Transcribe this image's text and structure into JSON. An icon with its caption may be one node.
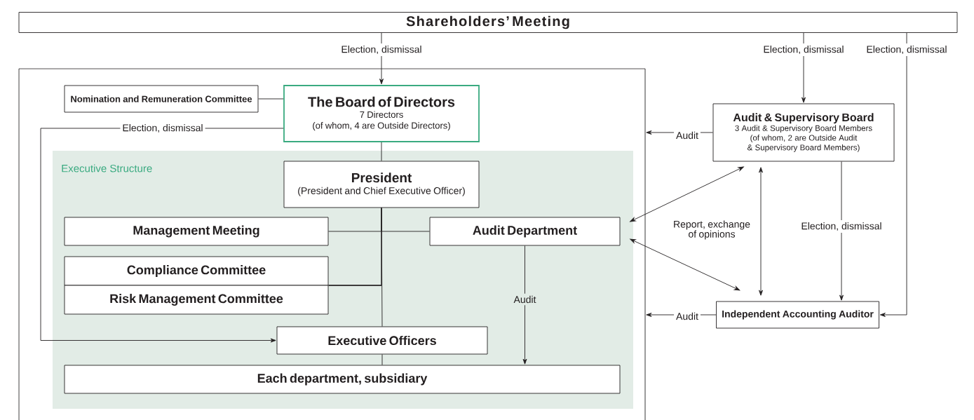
{
  "diagram": {
    "nodes": [
      {
        "text": [
          "Shareholders’ Meeting"
        ]
      },
      {
        "text": [],
        "shape": "box"
      },
      {
        "text": [
          "Nomination and Remuneration Committee"
        ],
        "in": 1
      },
      {
        "text": [
          "The Board of Directors",
          "7 Directors",
          "(of whom, 4 are Outside Directors)"
        ],
        "in": 1
      },
      {
        "text": [
          "Executive Structure"
        ],
        "in": 1
      },
      {
        "text": [
          "President",
          "(President and Chief Executive Officer)"
        ],
        "in": 4
      },
      {
        "text": [
          "Management Meeting"
        ],
        "in": 4
      },
      {
        "text": [
          "Audit Department"
        ],
        "in": 4
      },
      {
        "text": [
          "Compliance Committee"
        ],
        "in": 4
      },
      {
        "text": [
          "Risk Management Committee"
        ],
        "in": 4
      },
      {
        "text": [
          "Executive Officers"
        ],
        "in": 4
      },
      {
        "text": [
          "Each department, subsidiary"
        ],
        "in": 4
      },
      {
        "text": [
          "Audit & Supervisory Board",
          "3 Audit & Supervisory Board Members",
          "(of whom, 2 are Outside Audit & Supervisory Board Members)"
        ]
      },
      {
        "text": [
          "Independent Accounting Auditor"
        ]
      }
    ],
    "edges": [
      {
        "from": 0,
        "to": 3,
        "arrow": "to",
        "label": "Election, dismissal"
      },
      {
        "from": 0,
        "to": 12,
        "arrow": "to",
        "label": "Election, dismissal"
      },
      {
        "from": 0,
        "to": 13,
        "arrow": "to",
        "label": "Election, dismissal"
      },
      {
        "from": 2,
        "to": 3,
        "arrow": "none"
      },
      {
        "from": 3,
        "to": 10,
        "arrow": "to",
        "label": "Election, dismissal"
      },
      {
        "from": 3,
        "to": 5,
        "arrow": "none"
      },
      {
        "from": 5,
        "to": 6,
        "arrow": "none"
      },
      {
        "from": 5,
        "to": 7,
        "arrow": "none"
      },
      {
        "from": 5,
        "to": 8,
        "arrow": "none"
      },
      {
        "from": 5,
        "to": 9,
        "arrow": "none"
      },
      {
        "from": 5,
        "to": 10,
        "arrow": "none"
      },
      {
        "from": 10,
        "to": 11,
        "arrow": "none"
      },
      {
        "from": 7,
        "to": 11,
        "arrow": "to",
        "label": "Audit"
      },
      {
        "from": 12,
        "to": 1,
        "arrow": "to",
        "label": "Audit"
      },
      {
        "from": 13,
        "to": 1,
        "arrow": "to",
        "label": "Audit"
      },
      {
        "from": 12,
        "to": 7,
        "arrow": "both"
      },
      {
        "from": 7,
        "to": 13,
        "arrow": "both"
      },
      {
        "from": 12,
        "to": 13,
        "arrow": "both"
      },
      {
        "from": 12,
        "to": 13,
        "arrow": "to",
        "label": "Election, dismissal"
      }
    ],
    "labels": [
      "Report, exchange of opinions"
    ]
  }
}
